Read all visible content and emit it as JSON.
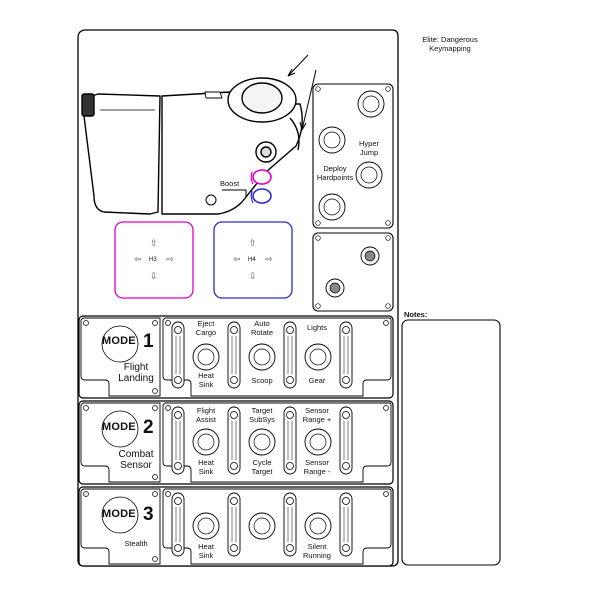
{
  "header": {
    "title": "Elite: Dangerous\nKeymapping"
  },
  "notes": {
    "label": "Notes:"
  },
  "throttle": {
    "boost_label": "Boost",
    "colors": {
      "boost_top": "#e000c8",
      "boost_bottom": "#2a2ad0"
    }
  },
  "hats": [
    {
      "label": "H3",
      "color": "#e000c8"
    },
    {
      "label": "H4",
      "color": "#2a2ad0"
    }
  ],
  "side_panel": {
    "hyper_jump_label": "Hyper\nJump",
    "deploy_hardpoints_label": "Deploy\nHardpoints"
  },
  "modes": [
    {
      "word": "MODE",
      "number": "1",
      "name": "Flight\nLanding",
      "top_labels": [
        "Eject\nCargo",
        "Auto\nRotate",
        "Lights"
      ],
      "bottom_labels": [
        "Heat\nSink",
        "Scoop",
        "Gear"
      ]
    },
    {
      "word": "MODE",
      "number": "2",
      "name": "Combat\nSensor",
      "top_labels": [
        "Flight\nAssist",
        "Target\nSubSys",
        "Sensor\nRange +"
      ],
      "bottom_labels": [
        "Heat\nSink",
        "Cycle\nTarget",
        "Sensor\nRange -"
      ]
    },
    {
      "word": "MODE",
      "number": "3",
      "name": "Stealth",
      "top_labels": [
        "",
        "",
        ""
      ],
      "bottom_labels": [
        "Heat\nSink",
        "",
        "Silent\nRunning"
      ]
    }
  ]
}
